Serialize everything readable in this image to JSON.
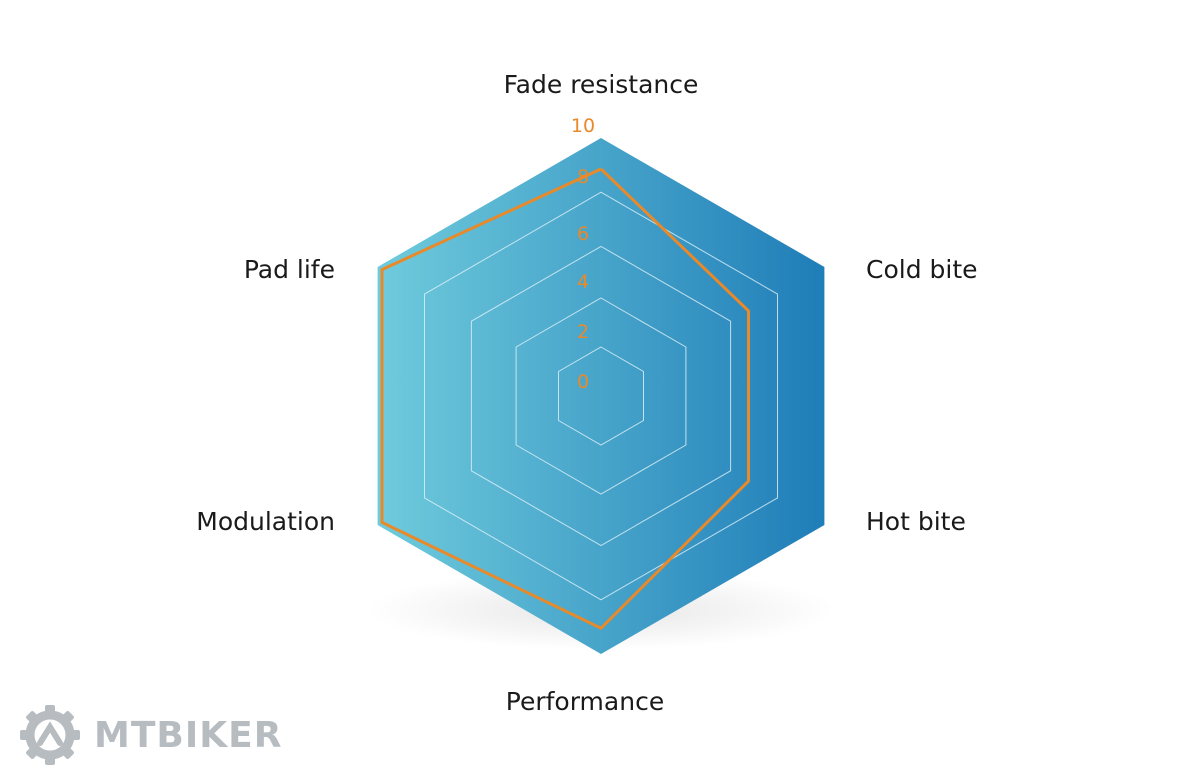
{
  "chart_data": {
    "type": "radar",
    "axes": [
      "Fade resistance",
      "Cold bite",
      "Hot bite",
      "Performance",
      "Modulation",
      "Pad life"
    ],
    "ticks": [
      "0",
      "2",
      "4",
      "6",
      "8",
      "10"
    ],
    "range": [
      0,
      10
    ],
    "grid": true,
    "series": [
      {
        "values": [
          8.8,
          6.6,
          6.6,
          9.0,
          9.8,
          9.8
        ]
      }
    ],
    "colors": {
      "fill_light": "#6fcbdc",
      "fill_dark": "#1f7db8",
      "line": "#e8892a",
      "grid": "#d9eef5",
      "tick": "#e8892a"
    }
  },
  "watermark": {
    "text": "MTBIKER",
    "icon": "gear-icon",
    "color": "#b7bcc1"
  }
}
